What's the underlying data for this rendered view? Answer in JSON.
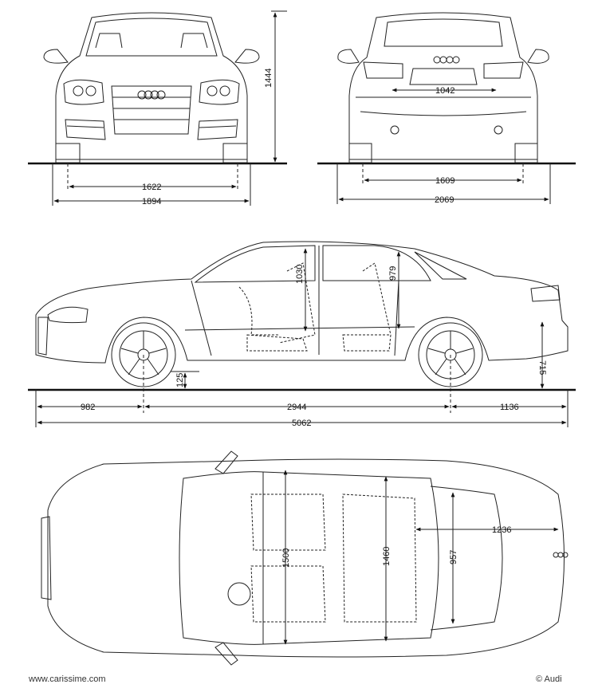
{
  "front_view": {
    "height": "1444",
    "track": "1622",
    "width": "1894"
  },
  "rear_view": {
    "plate_width": "1042",
    "track": "1609",
    "width_mirrors": "2069"
  },
  "side_view": {
    "headroom_front": "1030",
    "headroom_rear": "979",
    "ground_clearance": "125",
    "rear_height": "715",
    "front_overhang": "982",
    "wheelbase": "2944",
    "rear_overhang": "1136",
    "length": "5062"
  },
  "top_view": {
    "shoulder_front": "1500",
    "shoulder_rear": "1460",
    "trunk_width": "957",
    "trunk_length": "1236"
  },
  "footer": {
    "website": "www.carissime.com",
    "copyright": "© Audi"
  }
}
